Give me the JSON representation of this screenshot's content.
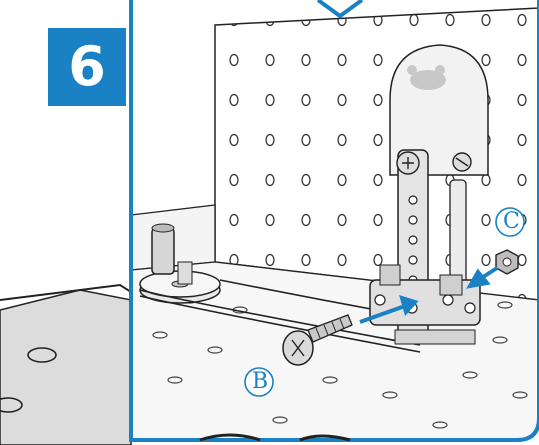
{
  "step": {
    "number": "6"
  },
  "callouts": {
    "b": "B",
    "c": "C"
  },
  "colors": {
    "accent": "#1a82c4",
    "panel_border": "#1a82c4",
    "line": "#222222"
  },
  "icons": [
    "frog-logo-icon",
    "arrow-icon",
    "circled-letter-icon"
  ]
}
